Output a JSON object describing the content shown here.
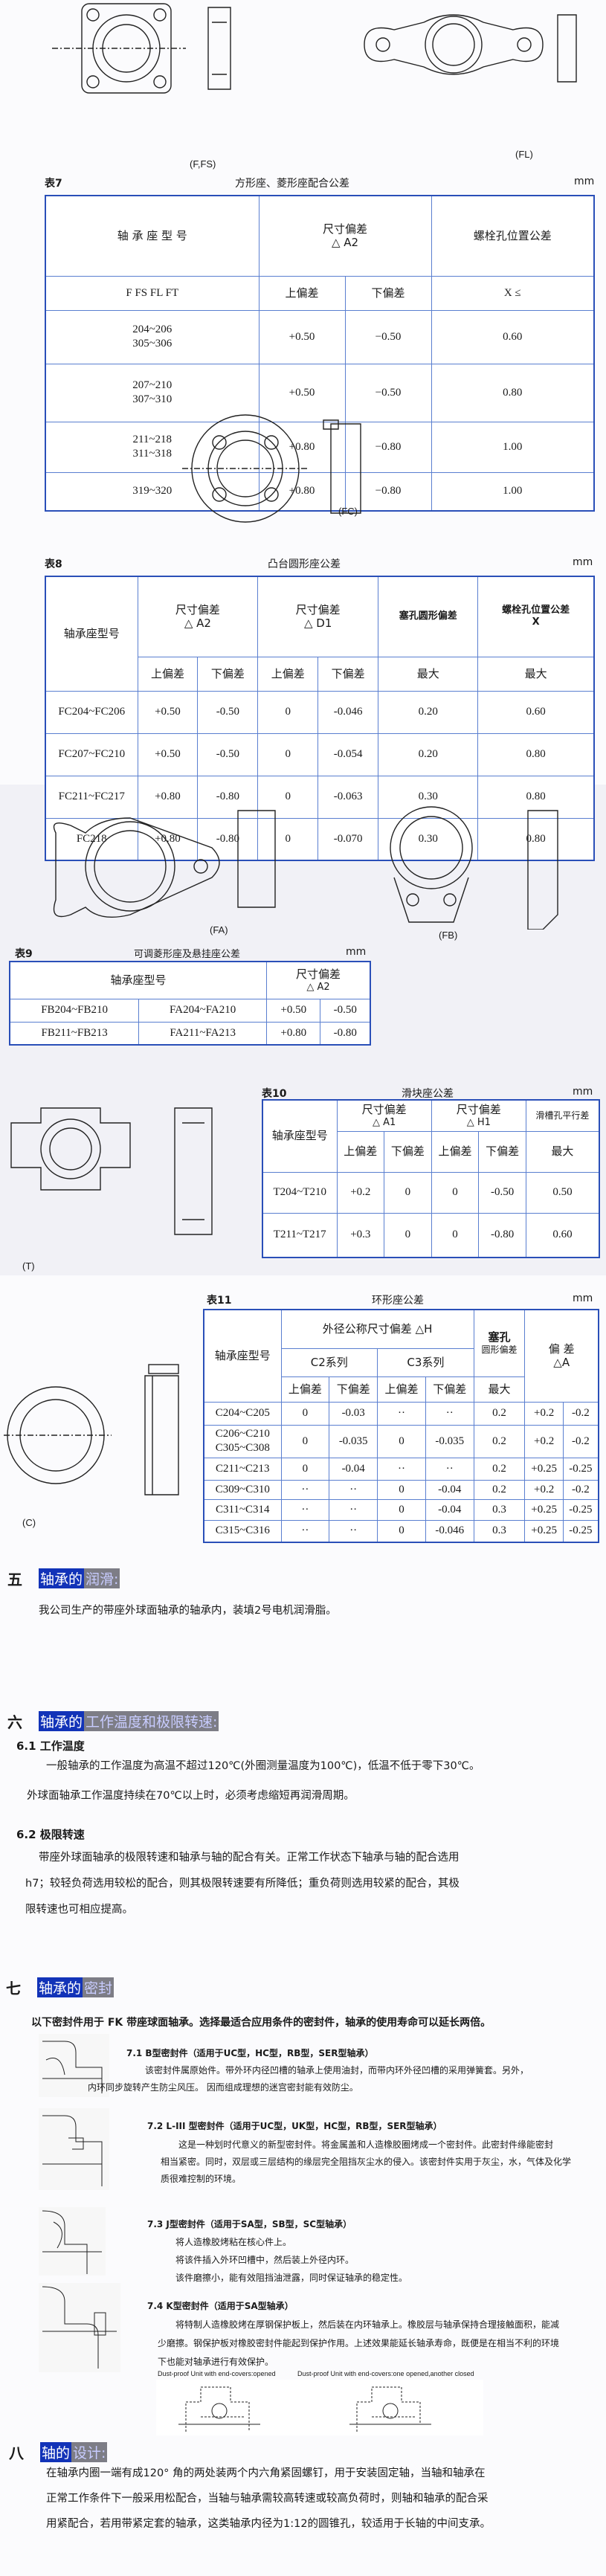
{
  "figures": {
    "ffs": "(F,FS)",
    "fl": "(FL)",
    "fc": "(FC)",
    "fa": "(FA)",
    "fb": "(FB)",
    "t": "(T)",
    "c": "(C)"
  },
  "table7": {
    "label": "表7",
    "title": "方形座、菱形座配合公差",
    "unit": "mm",
    "h_model": "轴 承 座 型 号",
    "h_dev": "尺寸偏差",
    "h_dev_sym": "△ A2",
    "h_pos": "螺栓孔位置公差",
    "sub_model": "F  FS  FL  FT",
    "sub_up": "上偏差",
    "sub_low": "下偏差",
    "sub_x": "X ≤",
    "rows": [
      {
        "model": [
          "204~206",
          "305~306"
        ],
        "up": "+0.50",
        "low": "−0.50",
        "x": "0.60"
      },
      {
        "model": [
          "207~210",
          "307~310"
        ],
        "up": "+0.50",
        "low": "−0.50",
        "x": "0.80"
      },
      {
        "model": [
          "211~218",
          "311~318"
        ],
        "up": "+0.80",
        "low": "−0.80",
        "x": "1.00"
      },
      {
        "model": [
          "319~320"
        ],
        "up": "+0.80",
        "low": "−0.80",
        "x": "1.00"
      }
    ]
  },
  "table8": {
    "label": "表8",
    "title": "凸台圆形座公差",
    "unit": "mm",
    "h_model": "轴承座型号",
    "h_dev": "尺寸偏差",
    "h_a2": "△ A2",
    "h_d1": "△ D1",
    "h_round": "塞孔圆形偏差",
    "h_pos": "螺栓孔位置公差",
    "h_x": "X",
    "up": "上偏差",
    "low": "下偏差",
    "max": "最大",
    "rows": [
      [
        "FC204~FC206",
        "+0.50",
        "-0.50",
        "0",
        "-0.046",
        "0.20",
        "0.60"
      ],
      [
        "FC207~FC210",
        "+0.50",
        "-0.50",
        "0",
        "-0.054",
        "0.20",
        "0.80"
      ],
      [
        "FC211~FC217",
        "+0.80",
        "-0.80",
        "0",
        "-0.063",
        "0.30",
        "0.80"
      ],
      [
        "FC218",
        "+0.80",
        "-0.80",
        "0",
        "-0.070",
        "0.30",
        "0.80"
      ]
    ]
  },
  "table9": {
    "label": "表9",
    "title": "可调菱形座及悬挂座公差",
    "unit": "mm",
    "h_model": "轴承座型号",
    "h_dev": "尺寸偏差",
    "h_sym": "△ A2",
    "rows": [
      [
        "FB204~FB210",
        "FA204~FA210",
        "+0.50",
        "-0.50"
      ],
      [
        "FB211~FB213",
        "FA211~FA213",
        "+0.80",
        "-0.80"
      ]
    ]
  },
  "table10": {
    "label": "表10",
    "title": "滑块座公差",
    "unit": "mm",
    "h_model": "轴承座型号",
    "h_dev": "尺寸偏差",
    "h_a1": "△ A1",
    "h_h1": "△ H1",
    "h_par": "滑槽孔平行差",
    "up": "上偏差",
    "low": "下偏差",
    "max": "最大",
    "rows": [
      [
        "T204~T210",
        "+0.2",
        "0",
        "0",
        "-0.50",
        "0.50"
      ],
      [
        "T211~T217",
        "+0.3",
        "0",
        "0",
        "-0.80",
        "0.60"
      ]
    ]
  },
  "table11": {
    "label": "表11",
    "title": "环形座公差",
    "unit": "mm",
    "h_model": "轴承座型号",
    "h_od": "外径公称尺寸偏差 △H",
    "h_c2": "C2系列",
    "h_c3": "C3系列",
    "h_round1": "塞孔",
    "h_round2": "圆形偏差",
    "h_dev": "偏 差",
    "h_dev_sym": "△A",
    "up": "上偏差",
    "low": "下偏差",
    "max": "最大",
    "rows": [
      {
        "model": [
          "C204~C205"
        ],
        "v": [
          "0",
          "-0.03",
          "··",
          "··",
          "0.2",
          "+0.2",
          "-0.2"
        ]
      },
      {
        "model": [
          "C206~C210",
          "C305~C308"
        ],
        "v": [
          "0",
          "-0.035",
          "0",
          "-0.035",
          "0.2",
          "+0.2",
          "-0.2"
        ]
      },
      {
        "model": [
          "C211~C213"
        ],
        "v": [
          "0",
          "-0.04",
          "··",
          "··",
          "0.2",
          "+0.25",
          "-0.25"
        ]
      },
      {
        "model": [
          "C309~C310"
        ],
        "v": [
          "··",
          "··",
          "0",
          "-0.04",
          "0.2",
          "+0.2",
          "-0.2"
        ]
      },
      {
        "model": [
          "C311~C314"
        ],
        "v": [
          "··",
          "··",
          "0",
          "-0.04",
          "0.3",
          "+0.25",
          "-0.25"
        ]
      },
      {
        "model": [
          "C315~C316"
        ],
        "v": [
          "··",
          "··",
          "0",
          "-0.046",
          "0.3",
          "+0.25",
          "-0.25"
        ]
      }
    ]
  },
  "sec5": {
    "num": "五",
    "title_a": "轴承的",
    "title_b": "润滑:",
    "text": "我公司生产的带座外球面轴承的轴承内，装填2号电机润滑脂。"
  },
  "sec6": {
    "num": "六",
    "title_a": "轴承的",
    "title_b": "工作温度和极限转速:",
    "s61": "6.1 工作温度",
    "s61_l1": "一般轴承的工作温度为高温不超过120℃(外圈测量温度为100℃)，低温不低于零下30℃。",
    "s61_l2": "外球面轴承工作温度持续在70℃以上时，必须考虑缩短再润滑周期。",
    "s62": "6.2 极限转速",
    "s62_l1": "带座外球面轴承的极限转速和轴承与轴的配合有关。正常工作状态下轴承与轴的配合选用",
    "s62_l2": "h7；较轻负荷选用较松的配合，则其极限转速要有所降低；重负荷则选用较紧的配合，其极",
    "s62_l3": "限转速也可相应提高。"
  },
  "sec7": {
    "num": "七",
    "title_a": "轴承的",
    "title_b": "密封",
    "intro": "以下密封件用于 FK 带座球面轴承。选择最适合应用条件的密封件，轴承的使用寿命可以延长两倍。",
    "s71": "7.1 B型密封件（适用于UC型，HC型，RB型，SER型轴承）",
    "s71_l1": "该密封件属原始件。带外环内径凹槽的轴承上使用油封，而带内环外径凹槽的采用弹簧套。另外，",
    "s71_l2": "内环同步旋转产生防尘风压。 因而组成理想的迷宫密封能有效防尘。",
    "s72": "7.2 L-III 型密封件（适用于UC型，UK型，HC型，RB型，SER型轴承）",
    "s72_l1": "这是一种划时代意义的新型密封件。将金属盖和人造橡胶圈烤成一个密封件。此密封件缘能密封",
    "s72_l2": "相当紧密。同时，双层或三层结构的缘层完全阻挡灰尘水的侵入。该密封件实用于灰尘，水，气体及化学",
    "s72_l3": "质很难控制的环境。",
    "s73": "7.3 J型密封件（适用于SA型，SB型，SC型轴承）",
    "s73_l1": "将人造橡胶烤粘在核心件上。",
    "s73_l2": "将该件插入外环凹槽中，然后装上外径内环。",
    "s73_l3": "该件磨擦小，能有效阻挡油泄露，同时保证轴承的稳定性。",
    "s74": "7.4 K型密封件（适用于SA型轴承）",
    "s74_l1": "将特制人造橡胶烤在厚钢保护板上，然后装在内环轴承上。橡胶层与轴承保持合理接触面积，能减",
    "s74_l2": "少磨擦。钢保护板对橡胶密封件能起到保护作用。上述效果能延长轴承寿命，既便是在相当不利的环境",
    "s74_l3": "下也能对轴承进行有效保护。",
    "dust1": "Dust-proof Unit with end-covers:opened",
    "dust2": "Dust-proof Unit with end-covers:one opened,another closed"
  },
  "sec8": {
    "num": "八",
    "title_a": "轴的",
    "title_b": "设计:",
    "l1": "在轴承内圈一端有成120° 角的两处装两个内六角紧固螺钉，用于安装固定轴，当轴和轴承在",
    "l2": "正常工作条件下一般采用松配合，当轴与轴承需较高转速或较高负荷时，则轴和轴承的配合采",
    "l3": "用紧配合，若用带紧定套的轴承，这类轴承内径为1:12的圆锥孔，较适用于长轴的中间支承。"
  }
}
